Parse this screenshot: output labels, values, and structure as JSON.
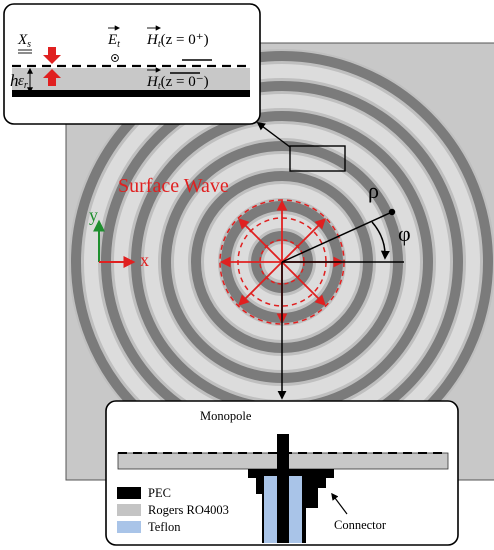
{
  "main": {
    "label": "Surface Wave",
    "axis_y": "y",
    "axis_x": "x",
    "rho": "ρ",
    "phi": "φ"
  },
  "top_inset": {
    "xs": "X",
    "xs_sub": "s",
    "et": "E",
    "et_sub": "t",
    "ht_top": "H",
    "ht_top_sub": "t",
    "ht_top_arg": "(z = 0⁺)",
    "ht_bot": "H",
    "ht_bot_sub": "t",
    "ht_bot_arg": "(z = 0⁻)",
    "h": "h",
    "eps": "ε",
    "eps_sub": "r"
  },
  "bottom_inset": {
    "monopole": "Monopole",
    "connector": "Connector",
    "legend": [
      {
        "label": "PEC",
        "color": "#000000"
      },
      {
        "label": "Rogers RO4003",
        "color": "#c4c4c4"
      },
      {
        "label": "Teflon",
        "color": "#a9c4e8"
      }
    ]
  },
  "colors": {
    "accent_red": "#e02020",
    "axis_green": "#1f8f2f",
    "background_gray": "#c8c8c8"
  }
}
